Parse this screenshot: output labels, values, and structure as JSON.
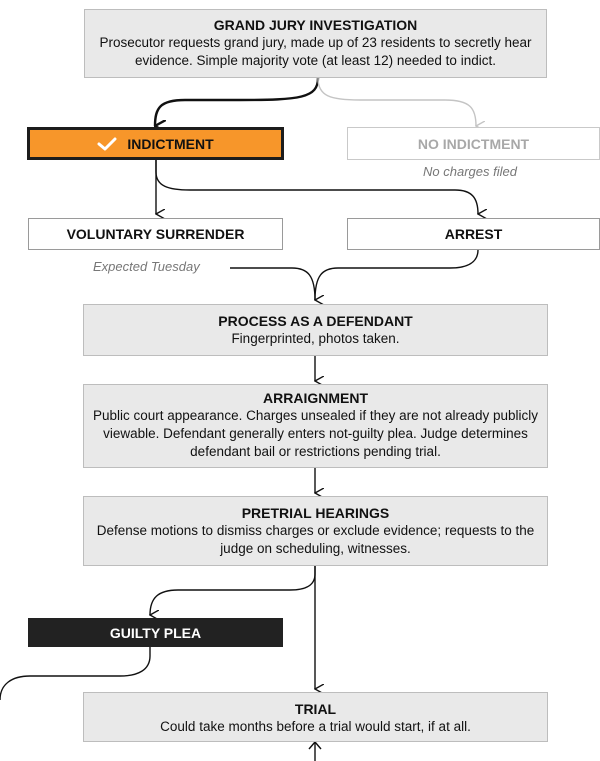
{
  "grand_jury": {
    "title": "GRAND JURY INVESTIGATION",
    "text": "Prosecutor requests grand jury, made up of 23 residents to secretly hear evidence. Simple majority vote (at least 12) needed to indict."
  },
  "indictment": {
    "label": "INDICTMENT",
    "icon": "check-icon"
  },
  "no_indictment": {
    "label": "NO INDICTMENT",
    "note": "No charges filed"
  },
  "voluntary_surrender": {
    "label": "VOLUNTARY SURRENDER",
    "note": "Expected Tuesday"
  },
  "arrest": {
    "label": "ARREST"
  },
  "process": {
    "title": "PROCESS AS A DEFENDANT",
    "text": "Fingerprinted, photos taken."
  },
  "arraignment": {
    "title": "ARRAIGNMENT",
    "text": "Public court appearance. Charges unsealed if they are not already publicly viewable. Defendant generally enters not-guilty plea. Judge determines defendant bail or restrictions pending trial."
  },
  "pretrial": {
    "title": "PRETRIAL HEARINGS",
    "text": "Defense motions to dismiss charges or exclude evidence; requests to the judge on scheduling, witnesses."
  },
  "guilty_plea": {
    "label": "GUILTY PLEA"
  },
  "trial": {
    "title": "TRIAL",
    "text": "Could take months before a trial would start, if at all."
  },
  "colors": {
    "highlight": "#f7962a",
    "box_fill": "#e9e9e9",
    "dark_box": "#222222",
    "active_line": "#111111",
    "inactive_line": "#c4c4c4"
  }
}
